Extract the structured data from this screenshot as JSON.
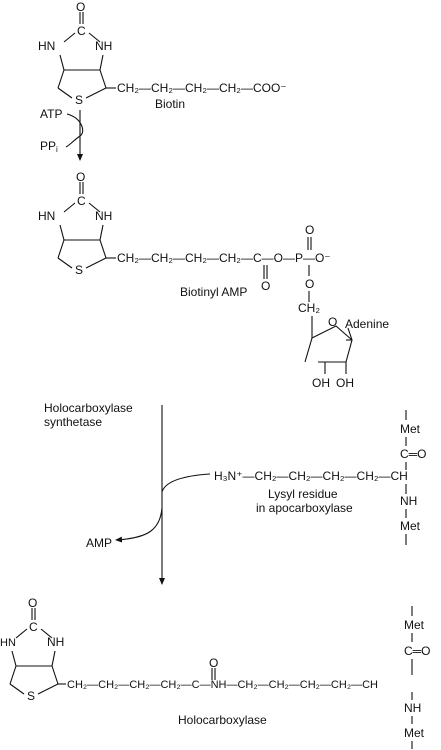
{
  "biotin": {
    "carbonyl_o": "O",
    "nh_left": "HN",
    "nh_right": "NH",
    "sulfur": "S",
    "chain": "CH₂—CH₂—CH₂—CH₂—COO⁻",
    "name": "Biotin"
  },
  "step1": {
    "atp": "ATP",
    "ppi_main": "PP",
    "ppi_sub": "i"
  },
  "biotinyl_amp": {
    "carbonyl_o": "O",
    "nh_left": "HN",
    "nh_right": "NH",
    "sulfur": "S",
    "chain": "CH₂—CH₂—CH₂—CH₂—C—O—P—O⁻",
    "carbonyl_o2": "O",
    "phos_o_top": "O",
    "phos_o_bottom": "O",
    "ch2": "CH₂",
    "adenine": "Adenine",
    "ring_o": "O",
    "oh_left": "OH",
    "oh_right": "OH",
    "name": "Biotinyl AMP"
  },
  "step2": {
    "enzyme_line1": "Holocarboxylase",
    "enzyme_line2": "synthetase",
    "amp": "AMP"
  },
  "lysyl": {
    "met_top": "Met",
    "c_eq_o": "C═O",
    "chain": "H₃N⁺—CH₂—CH₂—CH₂—CH₂—CH",
    "nh": "NH",
    "met_bottom": "Met",
    "name_line1": "Lysyl residue",
    "name_line2": "in apocarboxylase"
  },
  "holo": {
    "carbonyl_o": "O",
    "nh_left": "HN",
    "nh_right": "NH",
    "sulfur": "S",
    "chain": "CH₂—CH₂—CH₂—CH₂—C—NH—CH₂—CH₂—CH₂—CH₂—CH",
    "carbonyl_o2": "O",
    "met_top": "Met",
    "c_eq_o": "C═O",
    "nh": "NH",
    "met_bottom": "Met",
    "name": "Holocarboxylase"
  }
}
